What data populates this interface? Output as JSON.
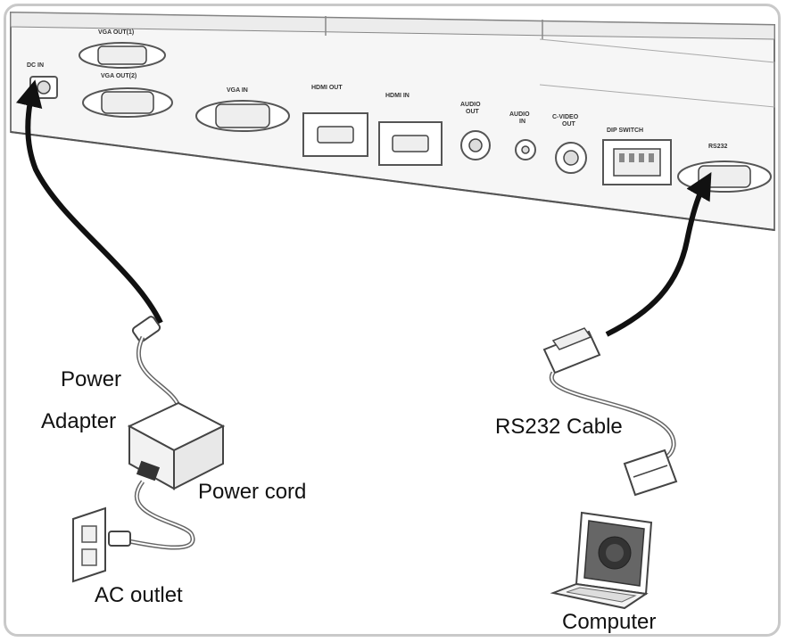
{
  "ports": {
    "dc_in": "DC IN",
    "vga_out1": "VGA OUT(1)",
    "vga_out2": "VGA OUT(2)",
    "vga_in": "VGA IN",
    "hdmi_out": "HDMI OUT",
    "hdmi_in": "HDMI IN",
    "audio_out_1": "AUDIO",
    "audio_out_2": "OUT",
    "audio_in_1": "AUDIO",
    "audio_in_2": "IN",
    "cvideo_out_1": "C-VIDEO",
    "cvideo_out_2": "OUT",
    "dip_switch": "DIP SWITCH",
    "rs232": "RS232"
  },
  "labels": {
    "power_adapter_line1": "Power",
    "power_adapter_line2": "Adapter",
    "power_cord": "Power cord",
    "ac_outlet": "AC outlet",
    "rs232_cable": "RS232 Cable",
    "computer": "Computer"
  },
  "colors": {
    "line": "#222222",
    "panel": "#f4f4f4",
    "frame": "#c9c9c9"
  }
}
